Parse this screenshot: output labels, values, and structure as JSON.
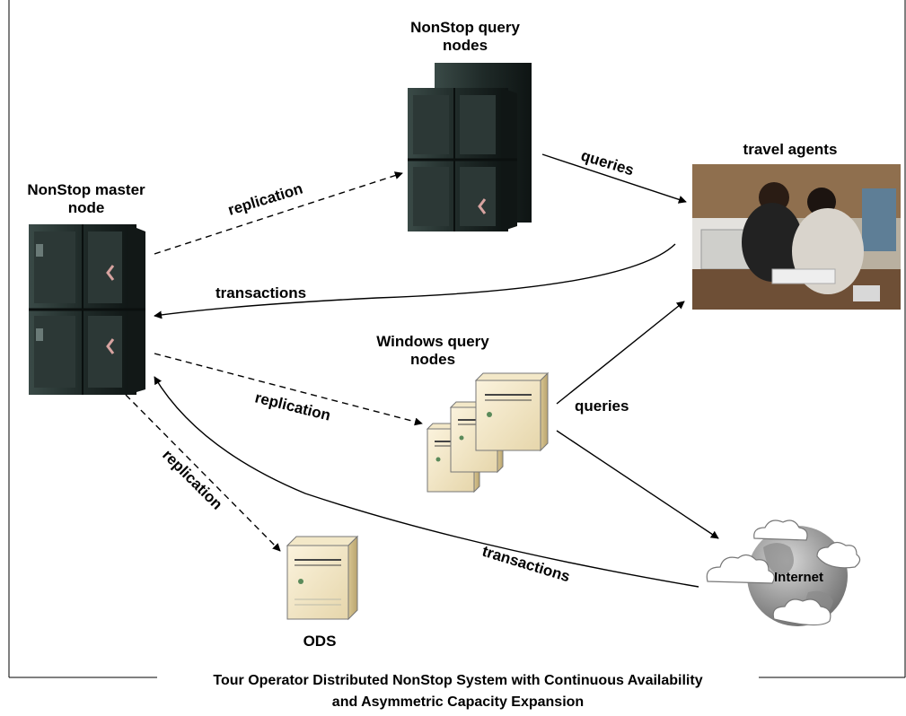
{
  "nodes": {
    "master": [
      "NonStop master",
      "node"
    ],
    "nonstop_query": [
      "NonStop query",
      "nodes"
    ],
    "windows_query": [
      "Windows query",
      "nodes"
    ],
    "travel_agents": "travel agents",
    "ods": "ODS",
    "internet": "Internet"
  },
  "edges": {
    "replication": "replication",
    "queries": "queries",
    "transactions": "transactions"
  },
  "title": [
    "Tour Operator Distributed NonStop System with Continuous Availability",
    "and Asymmetric Capacity Expansion"
  ]
}
